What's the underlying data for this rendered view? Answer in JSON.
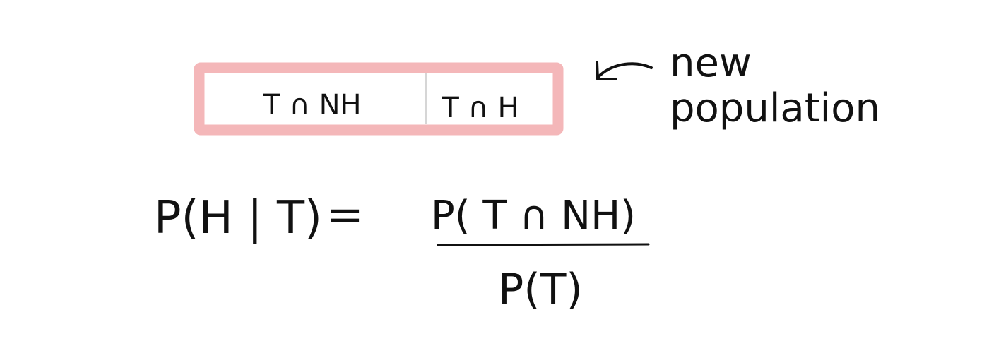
{
  "population_box": {
    "left_cell": "T ∩ NH",
    "right_cell": "T ∩ H",
    "border_color": "#f4b7b9"
  },
  "annotation": {
    "line_1": "new",
    "line_2": "population",
    "arrow_icon": "curved-arrow-left-icon"
  },
  "formula": {
    "lhs": "P(H | T)",
    "equals": "=",
    "numerator": "P( T ∩ NH)",
    "denominator": "P(T)"
  }
}
